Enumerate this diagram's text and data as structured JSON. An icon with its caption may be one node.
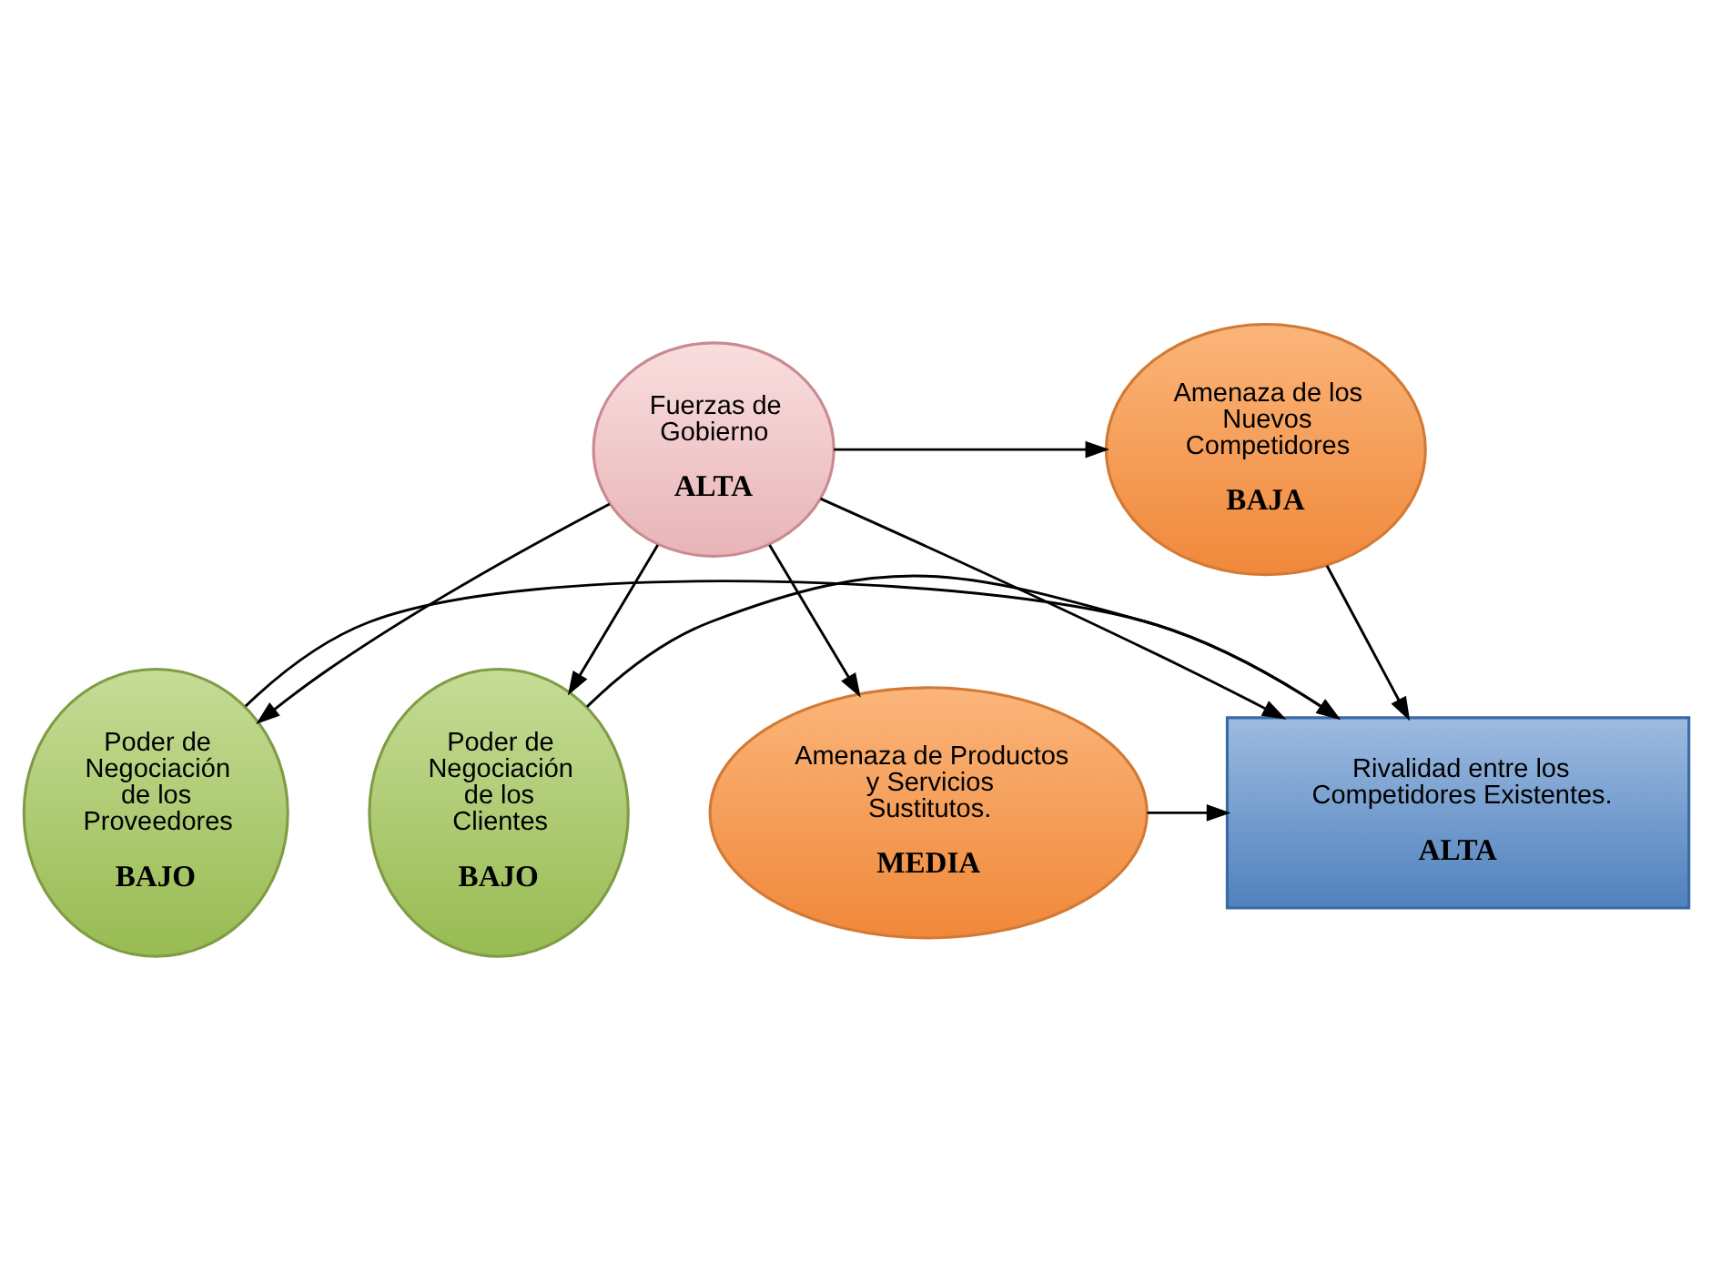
{
  "diagram": {
    "nodes": [
      {
        "text": [
          "Fuerzas de Gobierno",
          "ALTA"
        ]
      },
      {
        "text": [
          "Amenaza de los Nuevos Competidores",
          "BAJA"
        ]
      },
      {
        "text": [
          "Poder de Negociación de los Proveedores",
          "BAJO"
        ]
      },
      {
        "text": [
          "Rivalidad entre los Competidores Existentes.",
          "ALTA"
        ]
      },
      {
        "text": [
          "Poder de Negociación de los Clientes",
          "BAJO"
        ]
      },
      {
        "text": [
          "Amenaza de Productos y Servicios Sustitutos.",
          "MEDIA"
        ]
      }
    ],
    "edges": [
      {
        "from": 0,
        "to": 1,
        "arrow": "to"
      },
      {
        "from": 0,
        "to": 2,
        "arrow": "to"
      },
      {
        "from": 0,
        "to": 3,
        "arrow": "to"
      },
      {
        "from": 0,
        "to": 4,
        "arrow": "to"
      },
      {
        "from": 0,
        "to": 5,
        "arrow": "to"
      },
      {
        "from": 1,
        "to": 3,
        "arrow": "to"
      },
      {
        "from": 2,
        "to": 3,
        "arrow": "to"
      },
      {
        "from": 4,
        "to": 3,
        "arrow": "to"
      },
      {
        "from": 5,
        "to": 3,
        "arrow": "to"
      }
    ]
  }
}
